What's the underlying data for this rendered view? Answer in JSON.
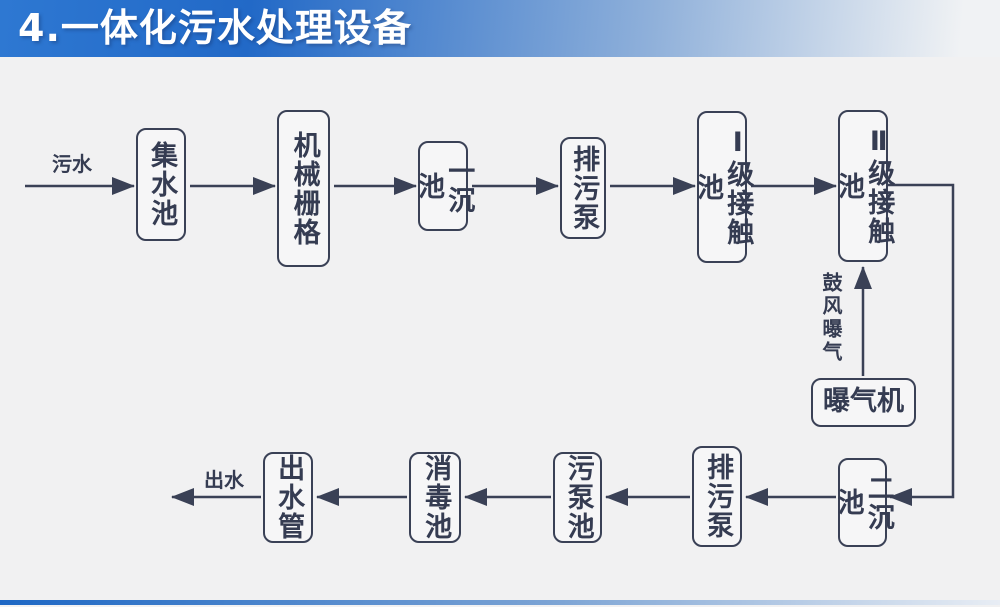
{
  "slide": {
    "title": "4.一体化污水处理设备"
  },
  "colors": {
    "title_gradient_start": "#2e78d2",
    "title_gradient_end": "#f0f2f4",
    "background": "#f1f1f2",
    "line": "#3a4156",
    "text": "#353c52",
    "footer_gradient_start": "#1d67c4",
    "footer_gradient_end": "#e8edf4"
  },
  "flow": {
    "input_label": "污水",
    "output_label": "出水",
    "aeration_label": "鼓风曝气",
    "nodes": {
      "collecting_tank": "集水池",
      "mechanical_grid": "机械栅格",
      "primary_sedimentation_tank": "一沉池",
      "sewage_pump_top": "排污泵",
      "contact_tank_level1": "Ⅰ级接触池",
      "contact_tank_level2": "Ⅱ级接触池",
      "aerator": "曝气机",
      "secondary_sedimentation_tank": "二沉池",
      "sewage_pump_bottom": "排污泵",
      "sludge_pump_tank": "污泵池",
      "disinfection_tank": "消毒池",
      "outlet_pipe": "出水管"
    }
  }
}
